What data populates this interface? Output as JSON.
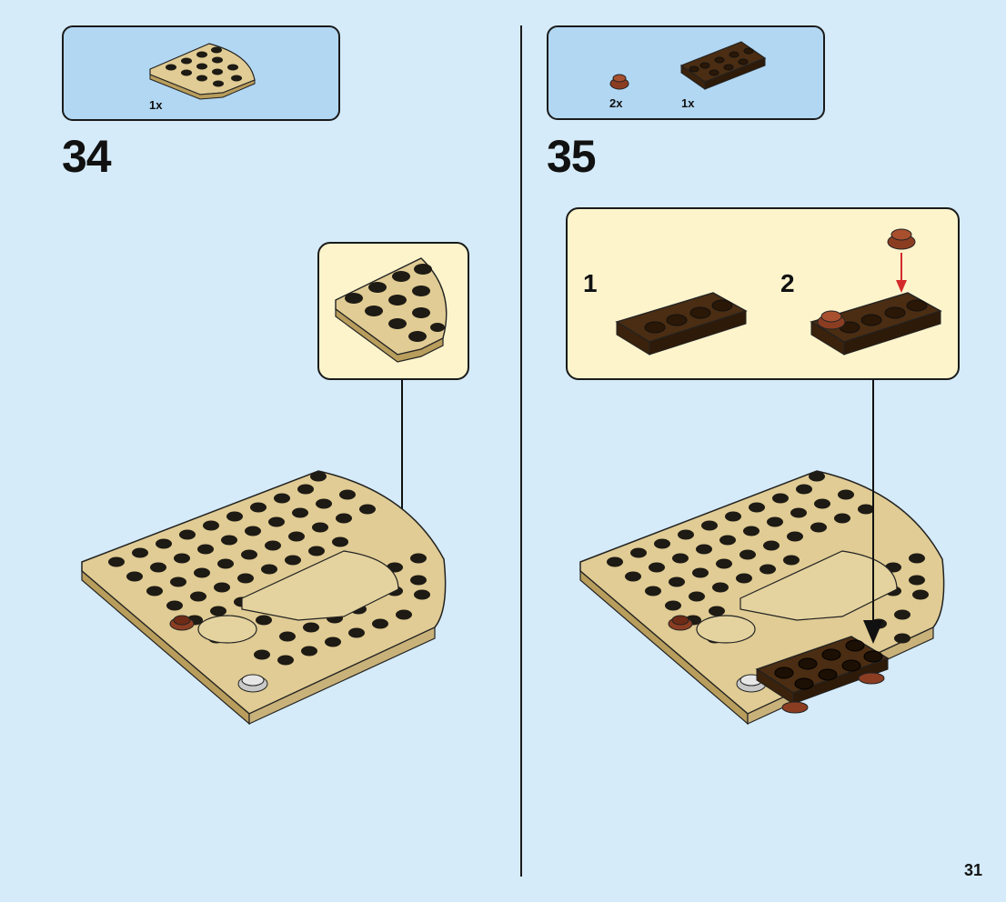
{
  "page": {
    "number": "31"
  },
  "colors": {
    "background": "#d5ebf9",
    "parts_box": "#b2d7f2",
    "callout": "#fdf4cc",
    "tan": "#e0cc94",
    "dark_brown": "#4a2d12",
    "reddish_brown": "#8b3d22",
    "light_gray": "#c9c9c9",
    "arrow_red": "#d42a2a"
  },
  "steps": [
    {
      "number": "34",
      "parts": [
        {
          "qty": "1x",
          "part": "tan-quarter-round-plate",
          "icon": "tan-quarter-round-plate-icon"
        }
      ]
    },
    {
      "number": "35",
      "parts": [
        {
          "qty": "2x",
          "part": "reddish-brown-round-plate",
          "icon": "reddish-brown-round-plate-icon"
        },
        {
          "qty": "1x",
          "part": "dark-brown-plate-2x4",
          "icon": "dark-brown-plate-icon"
        }
      ],
      "substeps": [
        {
          "number": "1"
        },
        {
          "number": "2"
        }
      ]
    }
  ]
}
